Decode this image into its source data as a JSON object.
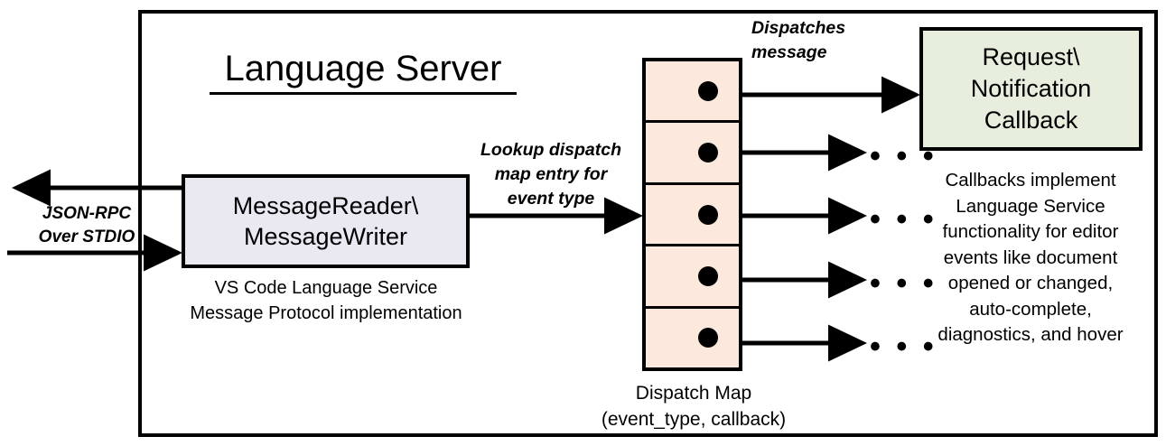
{
  "diagram": {
    "title": "Language Server",
    "container_name": "language-server-boundary"
  },
  "external_io": {
    "label": "JSON-RPC\nOver STDIO",
    "label_line1": "JSON-RPC",
    "label_line2": "Over STDIO",
    "outbound_arrow": "arrow-left-out",
    "inbound_arrow": "arrow-right-in"
  },
  "reader": {
    "line1": "MessageReader\\",
    "line2": "MessageWriter",
    "caption_line1": "VS Code Language Service",
    "caption_line2": "Message Protocol implementation",
    "fill_color": "#eae9f2"
  },
  "lookup": {
    "line1": "Lookup dispatch",
    "line2": "map entry for",
    "line3": "event type"
  },
  "dispatch_map": {
    "caption_line1": "Dispatch Map",
    "caption_line2": "(event_type, callback)",
    "fill_color": "#fce8dc",
    "row_count": 5,
    "rows": [
      {
        "id": "row-1",
        "dot": "callback-dot",
        "outgoing": "dispatches-message"
      },
      {
        "id": "row-2",
        "dot": "callback-dot",
        "outgoing": "ellipsis"
      },
      {
        "id": "row-3",
        "dot": "callback-dot",
        "outgoing": "ellipsis"
      },
      {
        "id": "row-4",
        "dot": "callback-dot",
        "outgoing": "ellipsis"
      },
      {
        "id": "row-5",
        "dot": "callback-dot",
        "outgoing": "ellipsis"
      }
    ]
  },
  "dispatches": {
    "line1": "Dispatches",
    "line2": "message"
  },
  "callback": {
    "line1": "Request\\",
    "line2": "Notification",
    "line3": "Callback",
    "fill_color": "#e8eede",
    "description_line1": "Callbacks implement",
    "description_line2": "Language Service",
    "description_line3": "functionality for editor",
    "description_line4": "events like document",
    "description_line5": "opened or changed,",
    "description_line6": "auto-complete,",
    "description_line7": "diagnostics, and hover"
  },
  "ellipses": {
    "glyph": "• • •",
    "count": 4
  },
  "colors": {
    "stroke": "#000000",
    "background": "#ffffff"
  }
}
